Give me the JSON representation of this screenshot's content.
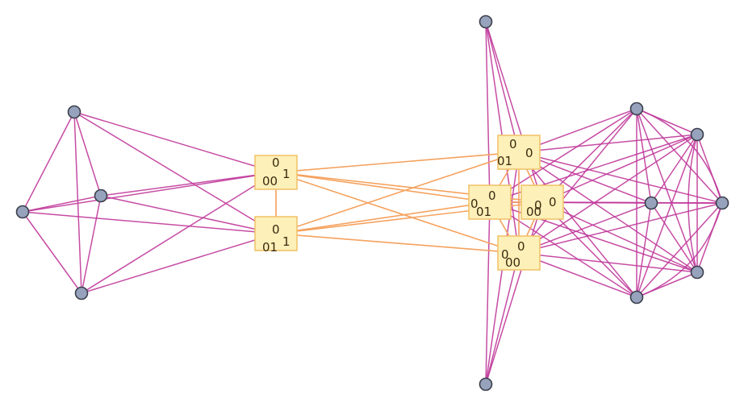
{
  "diagram": {
    "type": "graph",
    "node_color": "#97a3bd",
    "box_color": "#fdf0b8",
    "magenta_edge_color": "#c0389a",
    "orange_edge_color": "#f5a25e",
    "boxes": [
      {
        "id": "B1",
        "labels": [
          "0",
          "00",
          "1"
        ]
      },
      {
        "id": "B2",
        "labels": [
          "0",
          "01",
          "1"
        ]
      },
      {
        "id": "B3",
        "labels": [
          "0",
          "01",
          "0"
        ]
      },
      {
        "id": "B4",
        "labels": [
          "0",
          "0",
          "01"
        ]
      },
      {
        "id": "B5",
        "labels": [
          "0",
          "00",
          "0"
        ]
      },
      {
        "id": "B6",
        "labels": [
          "0",
          "0",
          "00"
        ]
      }
    ]
  }
}
